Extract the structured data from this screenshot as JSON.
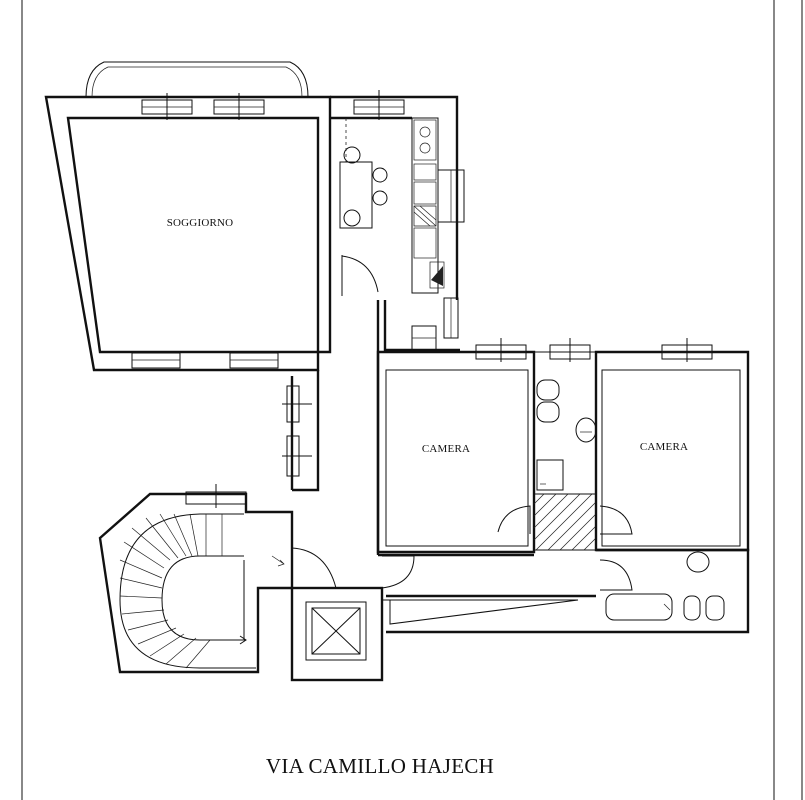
{
  "plan": {
    "rooms": [
      {
        "id": "soggiorno",
        "label": "SOGGIORNO"
      },
      {
        "id": "camera_1",
        "label": "CAMERA"
      },
      {
        "id": "camera_2",
        "label": "CAMERA"
      }
    ],
    "street_caption": "VIA CAMILLO HAJECH"
  },
  "colors": {
    "ink": "#111111",
    "paper": "#ffffff"
  }
}
